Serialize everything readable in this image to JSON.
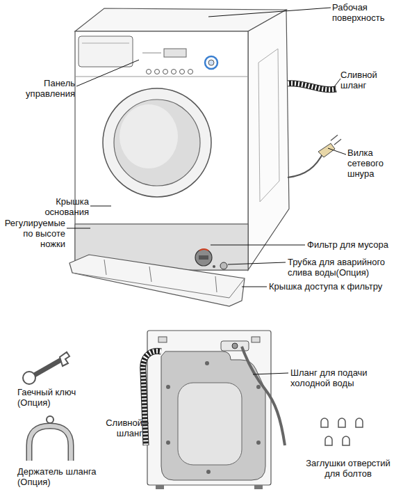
{
  "diagram": {
    "labels": [
      "Рабочая поверхность",
      "Панель управления",
      "Сливной шланг",
      "Вилка сетевого шнура",
      "Крышка основания",
      "Регулируемые по высоте ножки",
      "Фильтр для мусора",
      "Трубка для аварийного слива воды(Опция)",
      "Крышка доступа к фильтру",
      "Шланг для подачи холодной воды",
      "Гаечный ключ (Опция)",
      "Сливной шланг",
      "Держатель шланга (Опция)",
      "Заглушки отверстий для болтов"
    ]
  }
}
